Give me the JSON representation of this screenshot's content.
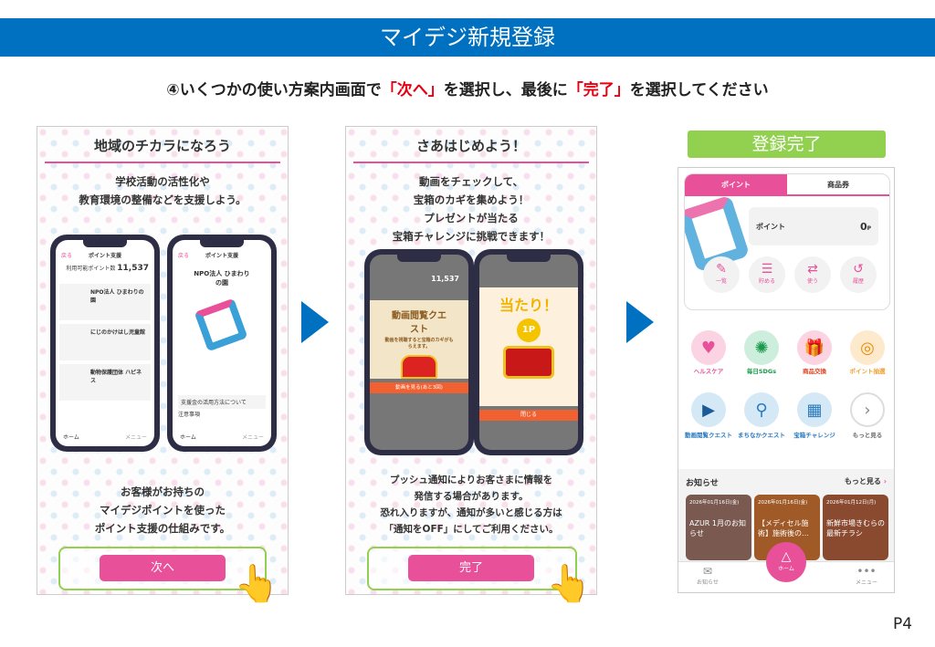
{
  "header": {
    "title": "マイデジ新規登録"
  },
  "instruction": {
    "part1": "④いくつかの使い方案内画面で",
    "next": "「次へ」",
    "part2": "を選択し、最後に",
    "done": "「完了」",
    "part3": "を選択してください"
  },
  "panel1": {
    "title": "地域のチカラになろう",
    "lead": [
      "学校活動の活性化や",
      "教育環境の整備などを支援しよう。"
    ],
    "phone_a": {
      "header": "ポイント支援",
      "back": "戻る",
      "points_label": "利用可能ポイント数",
      "points": "11,537",
      "items": [
        "NPO法人 ひまわりの園",
        "にじのかけはし児童館",
        "動物保護団体 ハピネス"
      ],
      "nav": [
        "ホーム",
        "メニュー"
      ]
    },
    "phone_b": {
      "header": "ポイント支援",
      "back": "戻る",
      "org": "NPO法人 ひまわりの園",
      "section1": "支援金の活用方法について",
      "section2": "注意事項",
      "nav": [
        "ホーム",
        "メニュー"
      ]
    },
    "body": [
      "お客様がお持ちの",
      "マイデジポイントを使った",
      "ポイント支援の仕組みです。"
    ],
    "button": "次へ"
  },
  "panel2": {
    "title": "さあはじめよう！",
    "lead": [
      "動画をチェックして、",
      "宝箱のカギを集めよう！",
      "プレゼントが当たる",
      "宝箱チャレンジに挑戦できます！"
    ],
    "phone_a": {
      "points": "11,537",
      "quest_title": "動画閲覧クエスト",
      "quest_desc": "動画を視聴すると宝箱のカギがもらえます。",
      "button": "動画を見る(あと3回)"
    },
    "phone_b": {
      "win": "当たり！",
      "prize": "1P",
      "button": "閉じる"
    },
    "body": [
      "プッシュ通知によりお客さまに情報を",
      "発信する場合があります。",
      "恐れ入りますが、通知が多いと感じる方は",
      "「通知をOFF」にしてご利用ください。"
    ],
    "button": "完了"
  },
  "complete_label": "登録完了",
  "app": {
    "tabs": [
      "ポイント",
      "商品券"
    ],
    "points_label": "ポイント",
    "points_value": "0",
    "points_unit": "P",
    "actions": [
      "一覧",
      "貯める",
      "使う",
      "履歴"
    ],
    "menu": [
      "ヘルスケア",
      "毎日SDGs",
      "商品交換",
      "ポイント抽選",
      "動画閲覧クエスト",
      "まちなかクエスト",
      "宝箱チャレンジ",
      "もっと見る"
    ],
    "news_title": "お知らせ",
    "news_more": "もっと見る",
    "news": [
      {
        "date": "2026年01月16日(金)",
        "title": "AZUR 1月のお知らせ"
      },
      {
        "date": "2026年01月16日(金)",
        "title": "【メディセル施術】施術後の…"
      },
      {
        "date": "2026年01月12日(月)",
        "title": "新鮮市場きむらの最新チラシ"
      }
    ],
    "nav": [
      "お知らせ",
      "ホーム",
      "メニュー"
    ]
  },
  "page": "P4",
  "colors": {
    "blue": "#0070c0",
    "pink": "#e8509a",
    "green": "#92d050",
    "red": "#e60012"
  }
}
